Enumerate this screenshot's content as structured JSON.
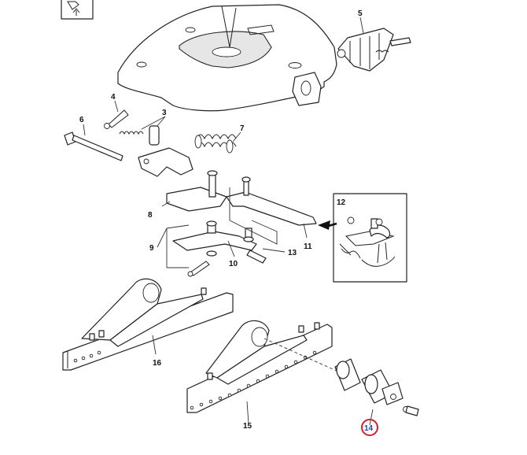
{
  "callouts": {
    "c3": "3",
    "c4": "4",
    "c5": "5",
    "c6": "6",
    "c7": "7",
    "c8": "8",
    "c9": "9",
    "c10": "10",
    "c11": "11",
    "c12": "12",
    "c13": "13",
    "c14": "14",
    "c15": "15",
    "c16": "16"
  },
  "highlighted_callout": "14",
  "colors": {
    "line": "#222222",
    "highlight_ring": "#d21f2a",
    "highlight_text": "#2a3fa0"
  },
  "icons": [
    "link-icon",
    "up-arrow-icon"
  ]
}
